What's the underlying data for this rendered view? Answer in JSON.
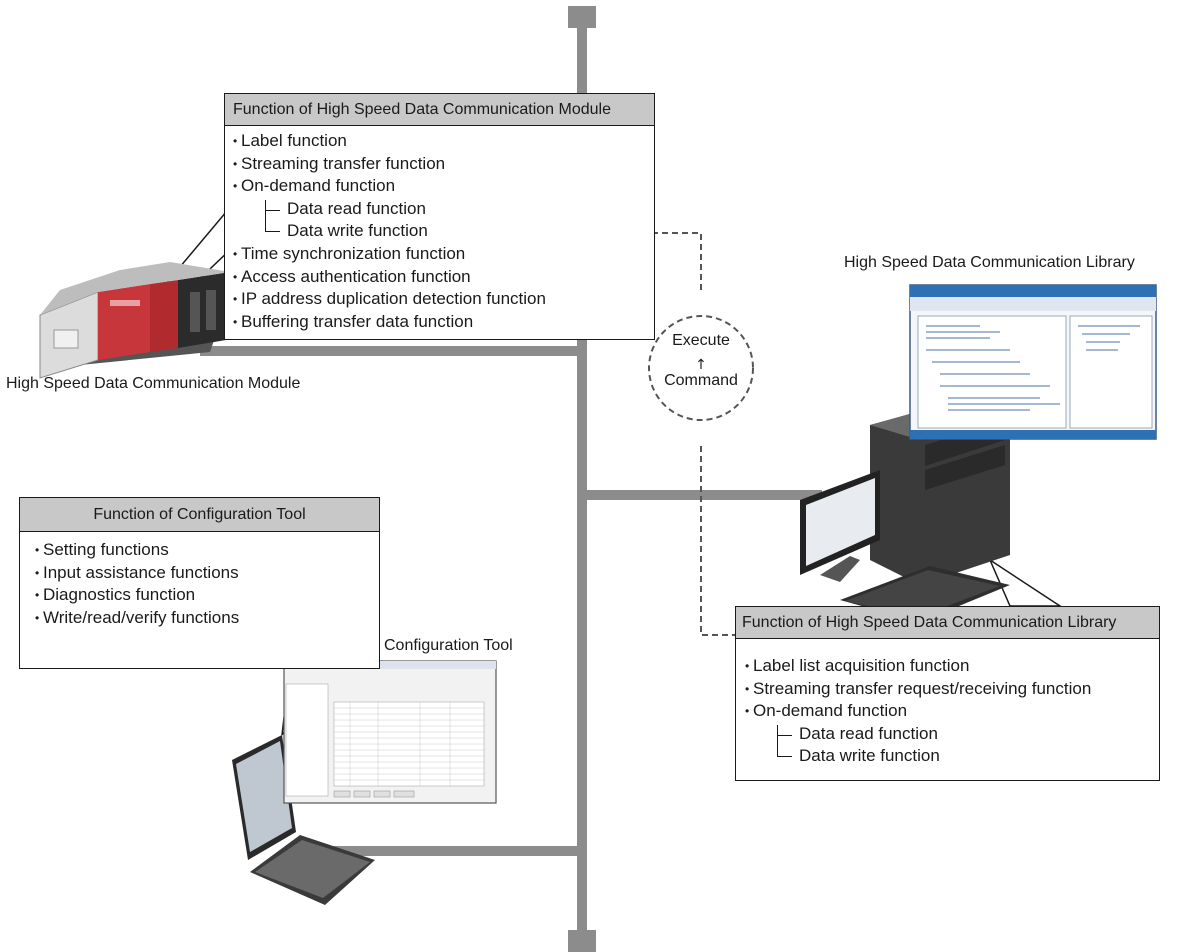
{
  "module_box": {
    "title": "Function of High Speed Data Communication Module",
    "items": [
      "Label function",
      "Streaming transfer function",
      "On-demand function",
      "Data read function",
      "Data write function",
      "Time synchronization function",
      "Access authentication function",
      "IP address duplication detection function",
      "Buffering transfer data function"
    ]
  },
  "config_box": {
    "title": "Function of Configuration Tool",
    "items": [
      "Setting functions",
      "Input assistance functions",
      "Diagnostics function",
      "Write/read/verify functions"
    ]
  },
  "library_box": {
    "title": "Function of High Speed Data Communication Library",
    "items": [
      "Label list acquisition function",
      "Streaming transfer request/receiving function",
      "On-demand function",
      "Data read function",
      "Data write function"
    ]
  },
  "labels": {
    "module": "High Speed Data Communication Module",
    "library": "High Speed Data Communication Library",
    "config_tool": "Configuration Tool",
    "execute": "Execute",
    "command": "Command"
  },
  "colors": {
    "network_line": "#8c8c8c",
    "box_header": "#c8c8c8",
    "plc_red": "#c6363a",
    "screen_blue": "#2f6fb3"
  }
}
